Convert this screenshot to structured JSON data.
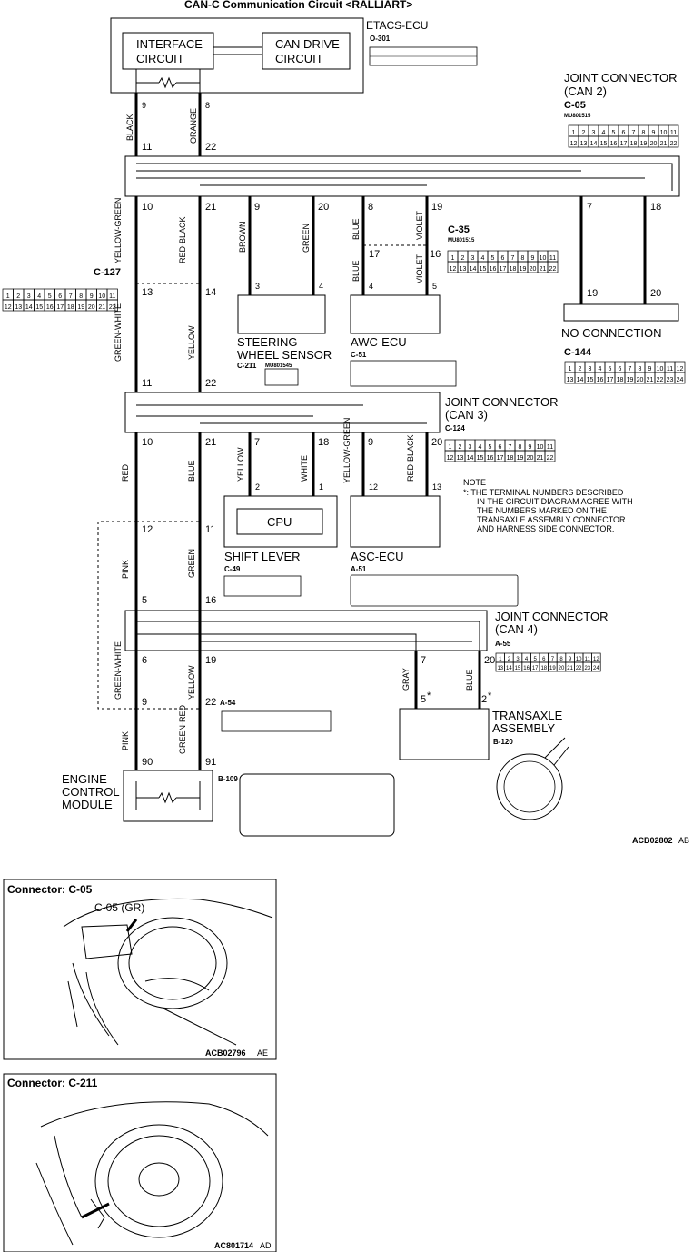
{
  "title": "CAN-C Communication Circuit <RALLIART>",
  "ref_main": "ACB02802",
  "ref_main_suffix": "AB",
  "etacs": {
    "name": "ETACS-ECU",
    "code": "O-301",
    "interface": [
      "INTERFACE",
      "CIRCUIT"
    ],
    "can_drive": [
      "CAN DRIVE",
      "CIRCUIT"
    ],
    "pins": [
      "9",
      "8"
    ],
    "wires": [
      "BLACK",
      "ORANGE"
    ]
  },
  "jc_can2": {
    "name": [
      "JOINT CONNECTOR",
      "(CAN 2)"
    ],
    "code": "C-05",
    "part": "MU801515"
  },
  "jc_can2_pins": {
    "top": [
      "11",
      "22"
    ],
    "bottom": [
      "10",
      "21",
      "9",
      "20",
      "8",
      "19",
      "7",
      "18"
    ]
  },
  "c127": {
    "code": "C-127",
    "pins_in": [
      "13",
      "14"
    ],
    "pins_out": [
      "11",
      "22"
    ],
    "wires_a": [
      "YELLOW-GREEN",
      "RED-BLACK"
    ],
    "wires_b": [
      "GREEN-WHITE",
      "YELLOW"
    ]
  },
  "steering": {
    "name": [
      "STEERING",
      "WHEEL SENSOR"
    ],
    "code": "C-211",
    "part": "MU801545",
    "pins": [
      "3",
      "4"
    ],
    "wires": [
      "BROWN",
      "GREEN"
    ]
  },
  "awc": {
    "name": "AWC-ECU",
    "code": "C-51",
    "pins": [
      "4",
      "5"
    ],
    "wires_a": [
      "BLUE",
      "VIOLET"
    ],
    "wires_b": [
      "BLUE",
      "VIOLET"
    ],
    "c35_pins": [
      "17",
      "16"
    ]
  },
  "c35": {
    "code": "C-35",
    "part": "MU801515"
  },
  "no_conn": {
    "label": "NO CONNECTION",
    "pins": [
      "19",
      "20"
    ]
  },
  "c144": {
    "code": "C-144"
  },
  "jc_can3": {
    "name": [
      "JOINT CONNECTOR",
      "(CAN 3)"
    ],
    "code": "C-124",
    "bottom": [
      "10",
      "21",
      "7",
      "18",
      "9",
      "20"
    ]
  },
  "shift": {
    "name": "SHIFT LEVER",
    "code": "C-49",
    "cpu": "CPU",
    "pins": [
      "2",
      "1"
    ],
    "wires": [
      "YELLOW",
      "WHITE"
    ]
  },
  "asc": {
    "name": "ASC-ECU",
    "code": "A-51",
    "pins": [
      "12",
      "13"
    ],
    "wires": [
      "YELLOW-GREEN",
      "RED-BLACK"
    ]
  },
  "note": [
    "NOTE",
    "*: THE TERMINAL NUMBERS DESCRIBED",
    "IN THE CIRCUIT DIAGRAM AGREE WITH",
    "THE NUMBERS MARKED ON THE",
    "TRANSAXLE ASSEMBLY CONNECTOR",
    "AND HARNESS SIDE CONNECTOR."
  ],
  "mid": {
    "wires": [
      "RED",
      "BLUE"
    ],
    "wires2": [
      "PINK",
      "GREEN"
    ],
    "pins_a": [
      "12",
      "11"
    ],
    "pins_b": [
      "5",
      "16"
    ]
  },
  "jc_can4": {
    "name": [
      "JOINT CONNECTOR",
      "(CAN 4)"
    ],
    "code": "A-55",
    "bottom": [
      "6",
      "19",
      "7",
      "20"
    ]
  },
  "a54": {
    "code": "A-54",
    "pins": [
      "9",
      "22"
    ],
    "wires": [
      "GREEN-WHITE",
      "YELLOW"
    ]
  },
  "transaxle": {
    "name": [
      "TRANSAXLE",
      "ASSEMBLY"
    ],
    "code": "B-120",
    "pins": [
      "5",
      "2"
    ],
    "wires": [
      "GRAY",
      "BLUE"
    ],
    "star": "*"
  },
  "ecm": {
    "name": [
      "ENGINE",
      "CONTROL",
      "MODULE"
    ],
    "code": "B-109",
    "pins": [
      "90",
      "91"
    ],
    "wires": [
      "PINK",
      "GREEN-RED"
    ]
  },
  "conn_c05": {
    "title": "Connector: C-05",
    "callout": "C-05 (GR)",
    "ref": "ACB02796",
    "ref_suffix": "AE"
  },
  "conn_c211": {
    "title": "Connector: C-211",
    "ref": "AC801714",
    "ref_suffix": "AD"
  },
  "connector_pins": {
    "row1_22": [
      "1",
      "2",
      "3",
      "4",
      "5",
      "6",
      "7",
      "8",
      "9",
      "10",
      "11"
    ],
    "row2_22": [
      "12",
      "13",
      "14",
      "15",
      "16",
      "17",
      "18",
      "19",
      "20",
      "21",
      "22"
    ],
    "row1_24": [
      "1",
      "2",
      "3",
      "4",
      "5",
      "6",
      "7",
      "8",
      "9",
      "10",
      "11",
      "12"
    ],
    "row2_24": [
      "13",
      "14",
      "15",
      "16",
      "17",
      "18",
      "19",
      "20",
      "21",
      "22",
      "23",
      "24"
    ]
  }
}
